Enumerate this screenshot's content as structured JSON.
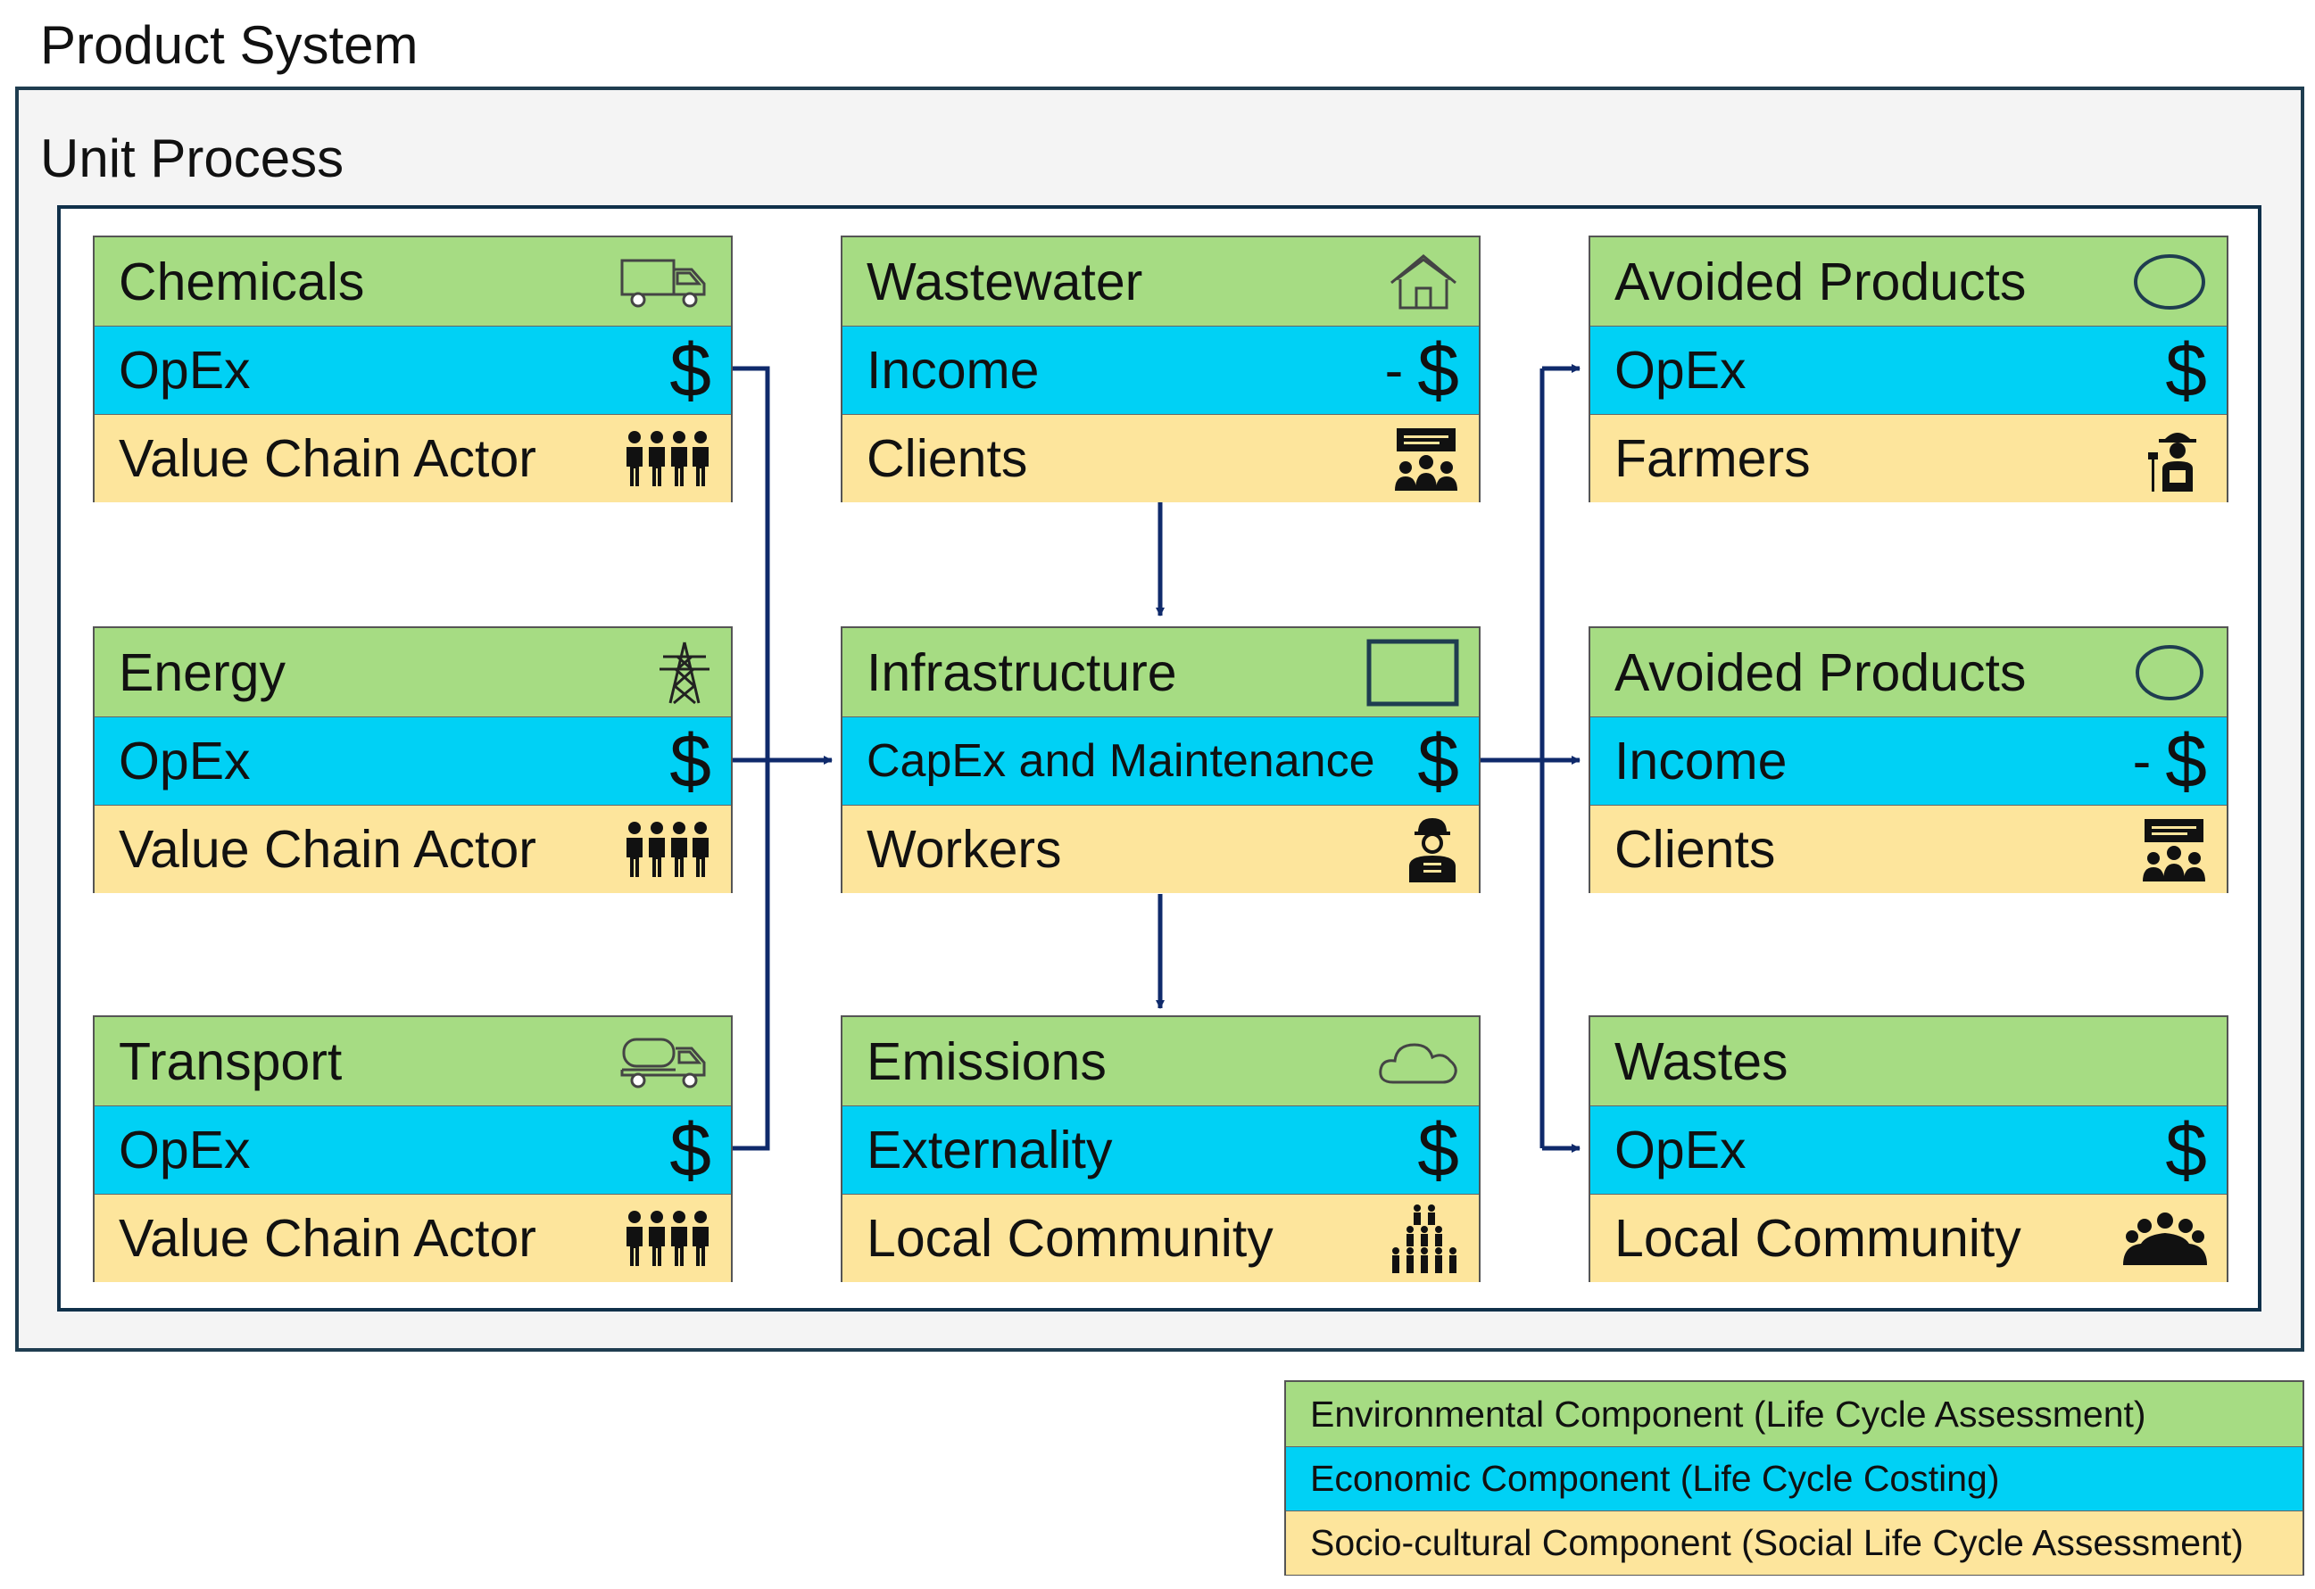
{
  "product_system": {
    "title": "Product System"
  },
  "unit_process": {
    "title": "Unit Process"
  },
  "cards": [
    {
      "env": "Chemicals",
      "env_icon": "truck-icon",
      "eco": "OpEx",
      "eco_prefix": "",
      "soc": "Value Chain Actor",
      "soc_icon": "people-group-icon"
    },
    {
      "env": "Wastewater",
      "env_icon": "house-icon",
      "eco": "Income",
      "eco_prefix": "-",
      "soc": "Clients",
      "soc_icon": "clients-icon"
    },
    {
      "env": "Avoided Products",
      "env_icon": "ellipse-icon",
      "eco": "OpEx",
      "eco_prefix": "",
      "soc": "Farmers",
      "soc_icon": "farmer-icon"
    },
    {
      "env": "Energy",
      "env_icon": "power-tower-icon",
      "eco": "OpEx",
      "eco_prefix": "",
      "soc": "Value Chain Actor",
      "soc_icon": "people-group-icon"
    },
    {
      "env": "Infrastructure",
      "env_icon": "rectangle-icon",
      "eco": "CapEx and Maintenance",
      "eco_prefix": "",
      "soc": "Workers",
      "soc_icon": "worker-icon"
    },
    {
      "env": "Avoided Products",
      "env_icon": "ellipse-icon",
      "eco": "Income",
      "eco_prefix": "-",
      "soc": "Clients",
      "soc_icon": "clients-icon"
    },
    {
      "env": "Transport",
      "env_icon": "tanker-truck-icon",
      "eco": "OpEx",
      "eco_prefix": "",
      "soc": "Value Chain Actor",
      "soc_icon": "people-group-icon"
    },
    {
      "env": "Emissions",
      "env_icon": "cloud-icon",
      "eco": "Externality",
      "eco_prefix": "",
      "soc": "Local Community",
      "soc_icon": "crowd-icon"
    },
    {
      "env": "Wastes",
      "env_icon": "",
      "eco": "OpEx",
      "eco_prefix": "",
      "soc": "Local Community",
      "soc_icon": "community-icon"
    }
  ],
  "currency_symbol": "$",
  "legend": {
    "environmental": "Environmental Component (Life Cycle Assessment)",
    "economic": "Economic Component (Life Cycle Costing)",
    "social": "Socio-cultural Component (Social Life Cycle Assessment)"
  },
  "colors": {
    "environmental": "#a6dc83",
    "economic": "#00d1f5",
    "social": "#fde59c",
    "arrow": "#0f2a6b",
    "frame": "#10304a"
  }
}
